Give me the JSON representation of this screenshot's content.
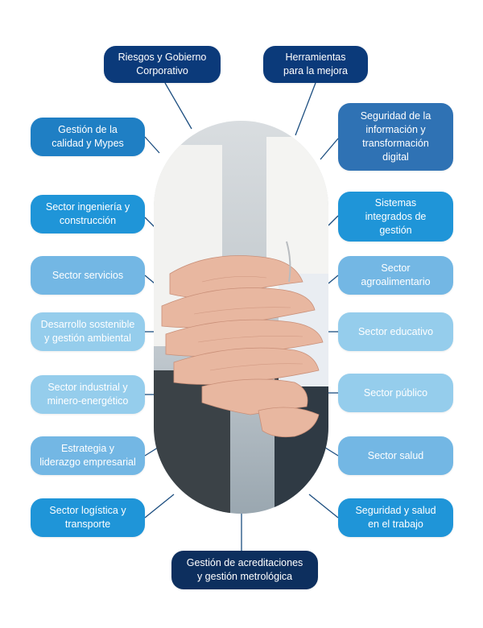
{
  "colors": {
    "navy": "#0b3a7a",
    "dark_navy": "#0d2f5e",
    "medium_blue": "#2f72b4",
    "bright_blue": "#1f95d8",
    "light_blue": "#73b7e4",
    "pale_blue": "#95cdec",
    "connector": "#1b4d7f"
  },
  "center_image": {
    "description_icon": "stacked-hands-photo"
  },
  "nodes": {
    "riesgos": "Riesgos y Gobierno\nCorporativo",
    "herramientas": "Herramientas\npara  la mejora",
    "gestion_calidad": "Gestión de la\ncalidad y Mypes",
    "seguridad_informacion": "Seguridad de la\ninformación y\ntransformación\ndigital",
    "sector_ingenieria": "Sector ingeniería y\nconstrucción",
    "sistemas_integrados": "Sistemas\nintegrados de\ngestión",
    "sector_servicios": "Sector servicios",
    "sector_agroalimentario": "Sector\nagroalimentario",
    "desarrollo_sostenible": "Desarrollo sostenible\ny gestión ambiental",
    "sector_educativo": "Sector educativo",
    "sector_industrial": "Sector industrial y\nminero-energético",
    "sector_publico": "Sector público",
    "estrategia": "Estrategia y\nliderazgo empresarial",
    "sector_salud": "Sector salud",
    "sector_logistica": "Sector logística  y\ntransporte",
    "seguridad_salud": "Seguridad y salud\nen el trabajo",
    "acreditaciones": "Gestión de acreditaciones\ny gestión metrológica"
  }
}
